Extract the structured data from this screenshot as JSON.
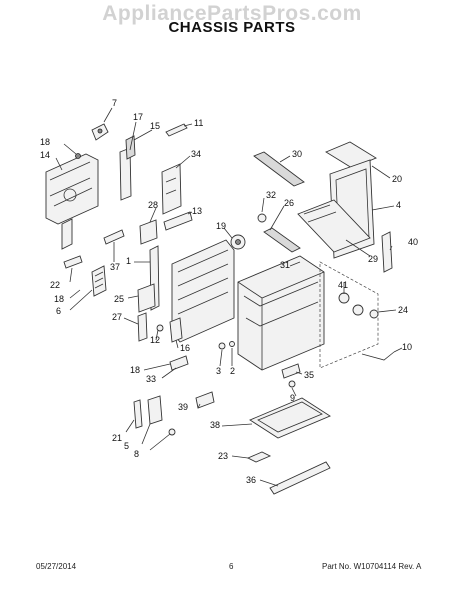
{
  "header": {
    "watermark": "AppliancePartsPros.com",
    "title": "CHASSIS PARTS"
  },
  "footer": {
    "date": "05/27/2014",
    "page": "6",
    "part_number": "Part No. W10704114  Rev. A"
  },
  "callouts": [
    "7",
    "17",
    "15",
    "11",
    "18",
    "14",
    "34",
    "30",
    "20",
    "28",
    "13",
    "32",
    "26",
    "4",
    "19",
    "40",
    "37",
    "1",
    "29",
    "22",
    "18",
    "6",
    "31",
    "41",
    "25",
    "24",
    "27",
    "12",
    "16",
    "10",
    "18",
    "33",
    "3",
    "2",
    "35",
    "39",
    "9",
    "38",
    "21",
    "5",
    "8",
    "23",
    "36"
  ]
}
